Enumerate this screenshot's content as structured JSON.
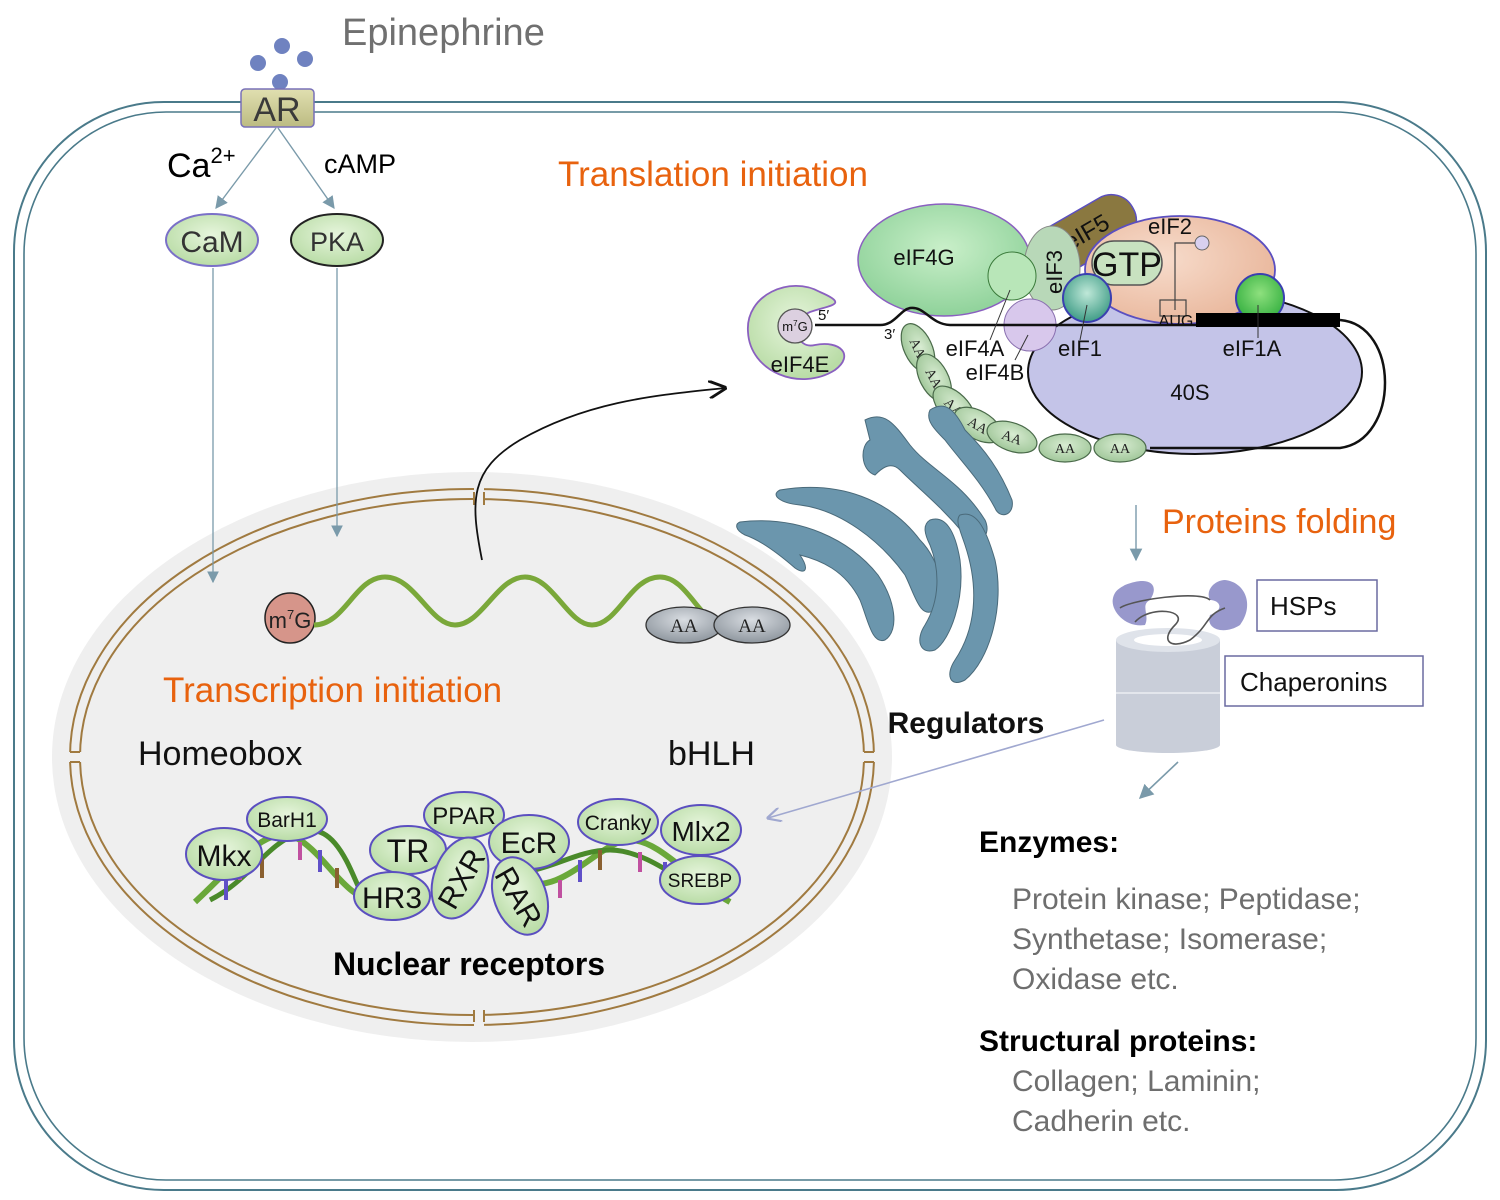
{
  "signal": {
    "ligand_label": "Epinephrine",
    "receptor_label": "AR",
    "second_messenger_left": "Ca",
    "second_messenger_left_sup": "2+",
    "second_messenger_right": "cAMP",
    "kinase_left": "CaM",
    "kinase_right": "PKA"
  },
  "nucleus": {
    "mrna_cap_base": "m",
    "mrna_cap_sup": "7",
    "mrna_cap_end": "G",
    "mrna_tail": [
      "AA",
      "AA"
    ],
    "section_title": "Transcription initiation",
    "family_left": "Homeobox",
    "family_right": "bHLH",
    "factors": [
      "Mkx",
      "BarH1",
      "TR",
      "HR3",
      "PPAR",
      "RXR",
      "EcR",
      "RAR",
      "Cranky",
      "Mlx2",
      "SREBP"
    ],
    "footer_label": "Nuclear receptors"
  },
  "translation": {
    "section_title": "Translation initiation",
    "cap_base": "m",
    "cap_sup": "7",
    "cap_end": "G",
    "five_prime": "5′",
    "three_prime": "3′",
    "factors": {
      "eif4e": "eIF4E",
      "eif4g": "eIF4G",
      "eif4a": "eIF4A",
      "eif4b": "eIF4B",
      "eif3": "eIF3",
      "eif5": "eIF5",
      "eif2": "eIF2",
      "gtp": "GTP",
      "eif1": "eIF1",
      "eif1a": "eIF1A",
      "ribosome": "40S",
      "start_codon": "AUG"
    },
    "polya": [
      "AA",
      "AA",
      "AA",
      "AA",
      "AA",
      "AA",
      "AA"
    ]
  },
  "golgi": {
    "label": "Regulators"
  },
  "folding": {
    "section_title": "Proteins folding",
    "hsp_label": "HSPs",
    "chaperonin_label": "Chaperonins"
  },
  "products": {
    "enzymes_title": "Enzymes:",
    "enzymes_lines": [
      "Protein kinase; Peptidase;",
      "Synthetase; Isomerase;",
      "Oxidase etc."
    ],
    "structural_title": "Structural proteins:",
    "structural_lines": [
      "Collagen; Laminin;",
      "Cadherin etc."
    ]
  },
  "colors": {
    "membrane": "#4a7a8a",
    "section_title": "#e8620e",
    "arrow": "#7a9aaa",
    "factor_fill": "#d8ecc4",
    "factor_stroke": "#5b4fc0",
    "nucleus_fill": "#efefef",
    "nuclear_envelope": "#a07a40",
    "golgi": "#6b96ad",
    "ribosome": "#c4c4e8",
    "eif2": "#f0c8b0",
    "eif5": "#8a7840",
    "muted_text": "#6e6e6e"
  }
}
